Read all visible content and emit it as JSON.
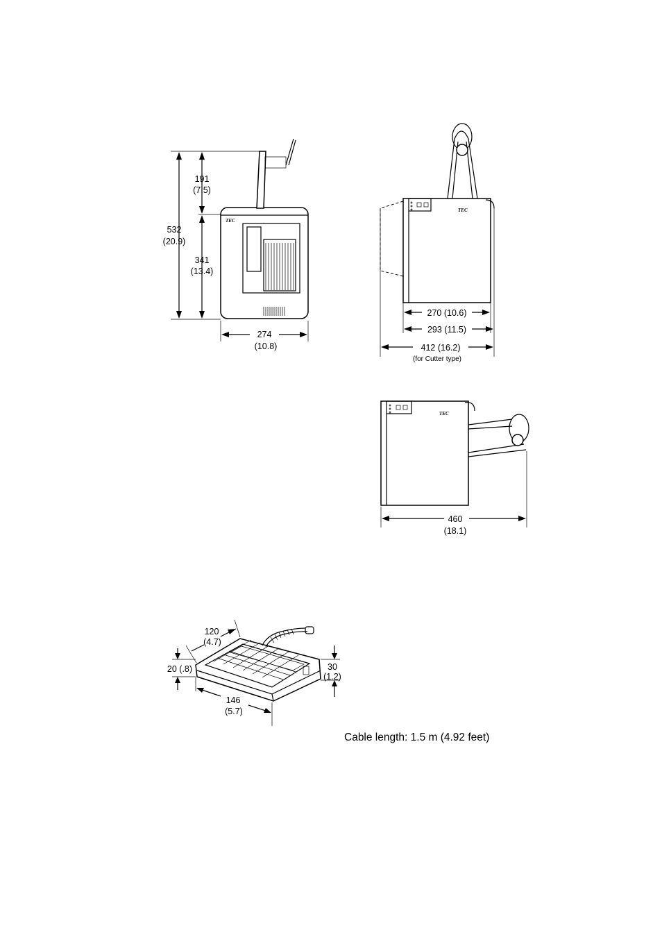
{
  "front_view": {
    "brand": "TEC",
    "dim_total_height": {
      "value": "532",
      "inch": "(20.9)"
    },
    "dim_holder_height": {
      "value": "191",
      "inch": "(7.5)"
    },
    "dim_body_height": {
      "value": "341",
      "inch": "(13.4)"
    },
    "dim_width": {
      "value": "274",
      "inch": "(10.8)"
    }
  },
  "side_view": {
    "brand": "TEC",
    "dim_depth_a": "270 (10.6)",
    "dim_depth_b": "293 (11.5)",
    "dim_depth_cutter": "412 (16.2)",
    "cutter_note": "(for Cutter type)"
  },
  "side_view_horizontal": {
    "brand": "TEC",
    "dim_length": {
      "value": "460",
      "inch": "(18.1)"
    }
  },
  "keyboard": {
    "dim_depth": {
      "value": "120",
      "inch": "(4.7)"
    },
    "dim_front_height": "20 (.8)",
    "dim_rear_height": {
      "value": "30",
      "inch": "(1.2)"
    },
    "dim_width": {
      "value": "146",
      "inch": "(5.7)"
    },
    "cable_caption": "Cable length: 1.5 m (4.92 feet)"
  }
}
